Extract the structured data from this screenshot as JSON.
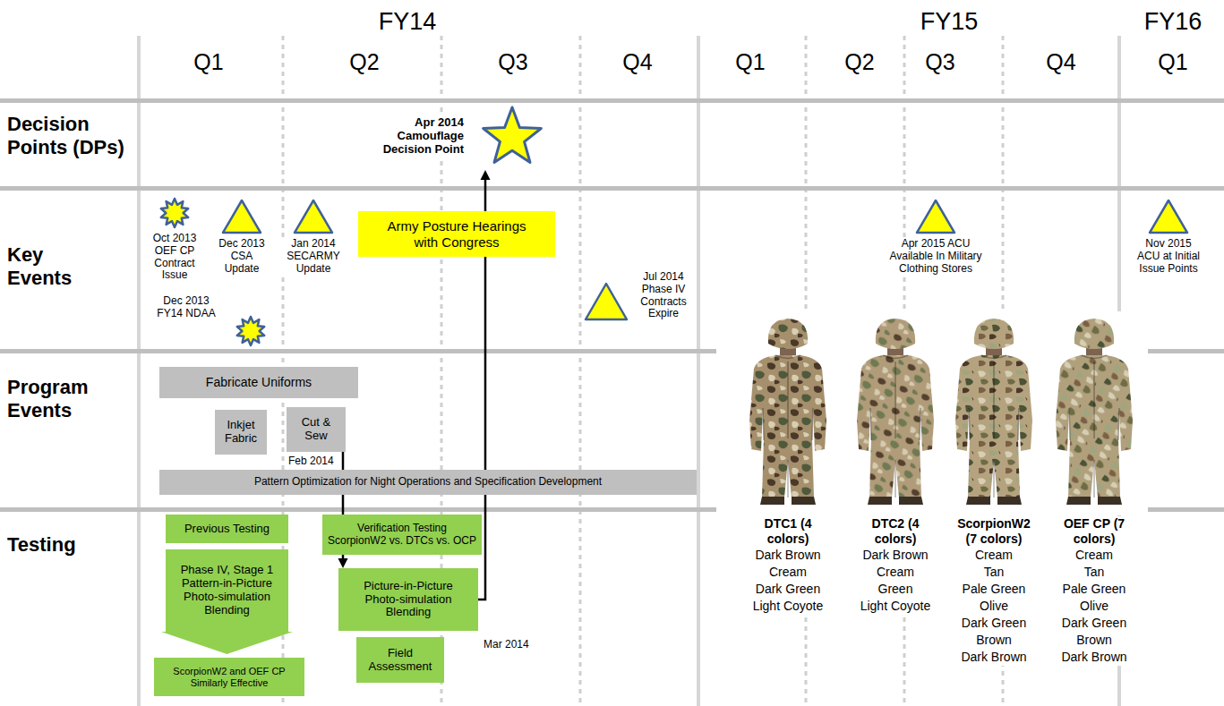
{
  "diagram": {
    "nodes": [
      {
        "text": [
          "Apr 2014 Camouflage Decision Point"
        ]
      },
      {
        "text": [
          "Oct 2013 OEF CP Contract Issue"
        ]
      },
      {
        "text": [
          "Dec 2013 CSA Update"
        ]
      },
      {
        "text": [
          "Jan 2014 SECARMY Update"
        ]
      },
      {
        "text": [
          "Army Posture Hearings with Congress"
        ]
      },
      {
        "text": [
          "Dec 2013 FY14 NDAA"
        ]
      },
      {
        "text": [
          "Jul 2014 Phase IV Contracts Expire"
        ]
      },
      {
        "text": [
          "Apr 2015 ACU Available In Military Clothing Stores"
        ]
      },
      {
        "text": [
          "Nov 2015 ACU at Initial Issue Points"
        ]
      },
      {
        "text": [
          "Fabricate Uniforms"
        ]
      },
      {
        "text": [
          "Inkjet Fabric"
        ]
      },
      {
        "text": [
          "Cut & Sew"
        ]
      },
      {
        "text": [
          "Pattern Optimization for Night Operations and Specification Development"
        ]
      },
      {
        "text": [
          "Previous Testing"
        ]
      },
      {
        "text": [
          "Phase IV, Stage 1 Pattern-in-Picture Photo-simulation Blending"
        ]
      },
      {
        "text": [
          "ScorpionW2 and OEF CP Similarly Effective"
        ]
      },
      {
        "text": [
          "Verification Testing ScorpionW2 vs. DTCs vs. OCP"
        ]
      },
      {
        "text": [
          "Picture-in-Picture Photo-simulation Blending"
        ]
      },
      {
        "text": [
          "Field Assessment"
        ]
      }
    ],
    "edges": [
      {
        "from": 14,
        "to": 15,
        "arrow": "to"
      },
      {
        "from": 11,
        "to": 17,
        "arrow": "to"
      },
      {
        "from": 17,
        "to": 0,
        "arrow": "to"
      }
    ],
    "labels": [
      "FY14",
      "FY15",
      "FY16",
      "Q1",
      "Q2",
      "Q3",
      "Q4",
      "Q1",
      "Q2",
      "Q3",
      "Q4",
      "Q1",
      "Decision Points (DPs)",
      "Key Events",
      "Program Events",
      "Testing",
      "Feb 2014",
      "Mar 2014",
      "DTC1 (4 colors)",
      "Dark Brown",
      "Cream",
      "Dark Green",
      "Light Coyote",
      "DTC2 (4 colors)",
      "Dark Brown",
      "Cream",
      "Green",
      "Light Coyote",
      "ScorpionW2 (7 colors)",
      "Cream",
      "Tan",
      "Pale Green",
      "Olive",
      "Dark Green",
      "Brown",
      "Dark Brown",
      "OEF CP (7 colors)",
      "Cream",
      "Tan",
      "Pale Green",
      "Olive",
      "Dark Green",
      "Brown",
      "Dark Brown"
    ]
  }
}
